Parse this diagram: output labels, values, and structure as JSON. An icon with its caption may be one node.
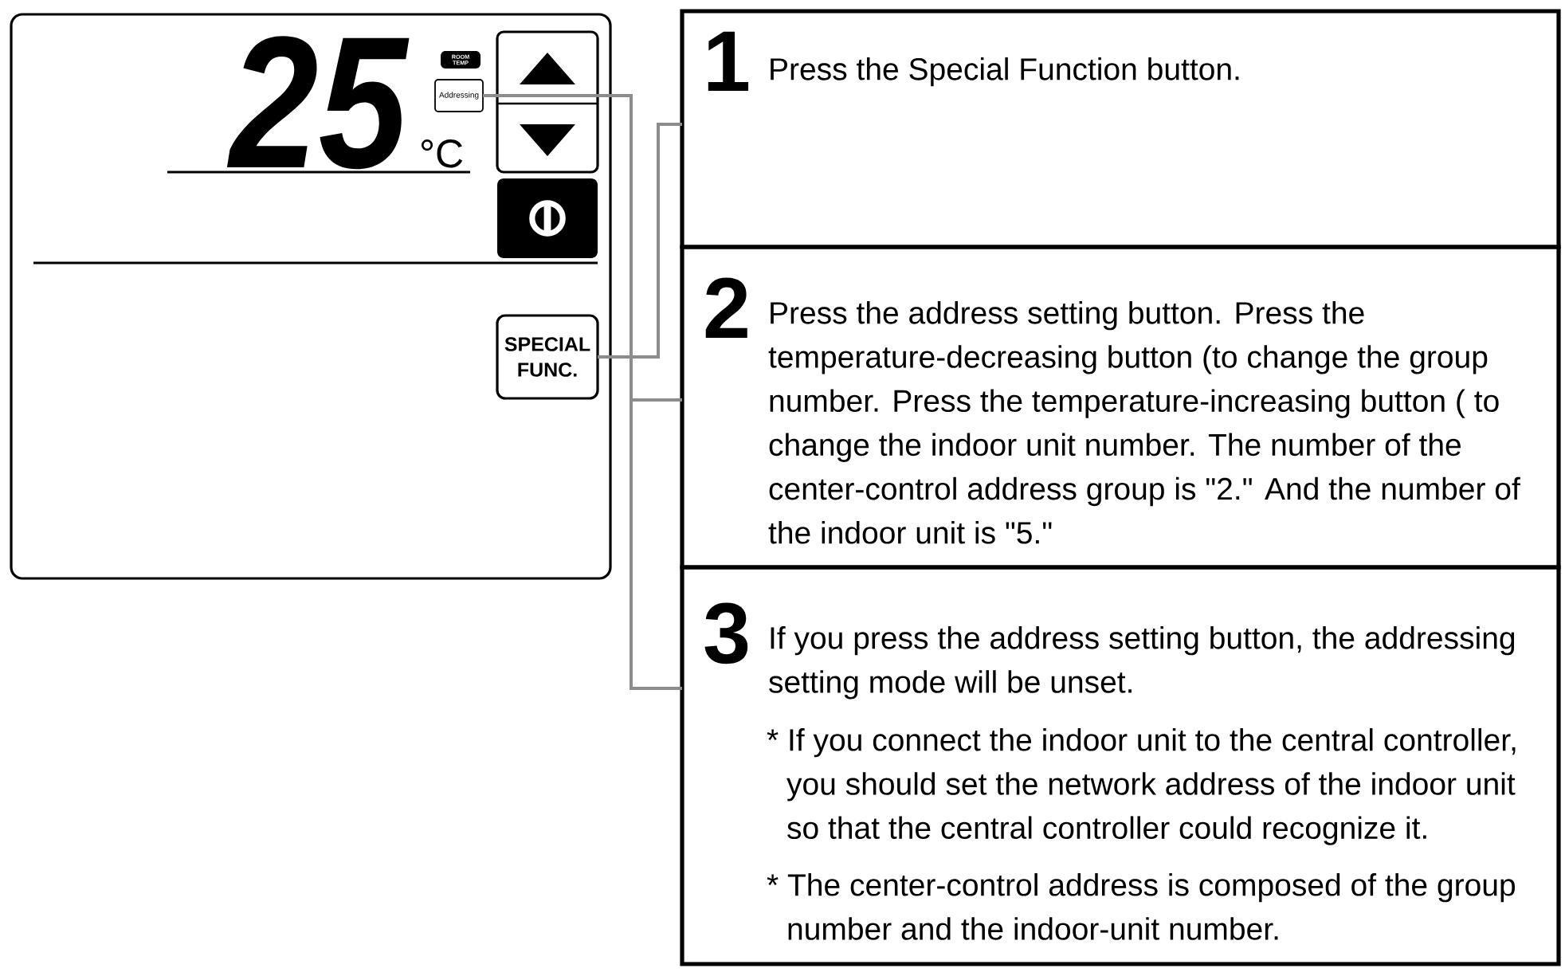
{
  "diagram": {
    "nodes": [
      {
        "text": [
          "25",
          "°C"
        ]
      },
      {
        "text": [
          "ROOM TEMP"
        ],
        "in": 0
      },
      {
        "text": [
          "Addressing"
        ],
        "in": 0
      },
      {
        "text": [
          "SPECIAL FUNC."
        ],
        "in": 0
      },
      {
        "text": [
          "1",
          "Press the Special Function button."
        ]
      },
      {
        "text": [
          "2",
          "Press the address setting button. Press the temperature-decreasing button (to change the group number. Press the temperature-increasing button ( to change the indoor unit number. The number of the center-control address group is \"2.\" And the number of the indoor unit is \"5.\""
        ]
      },
      {
        "text": [
          "3",
          "If you press the address setting button, the addressing setting mode will be unset.",
          "* If you connect the indoor unit to the central controller, you should set the network address of the indoor unit so that the central controller could recognize it.",
          "* The center-control address is composed of the group number and the indoor-unit number."
        ]
      }
    ],
    "edges": [
      {
        "from": 3,
        "to": 4,
        "arrow": "none"
      },
      {
        "from": 2,
        "to": 5,
        "arrow": "none"
      },
      {
        "from": 2,
        "to": 6,
        "arrow": "none"
      }
    ]
  }
}
